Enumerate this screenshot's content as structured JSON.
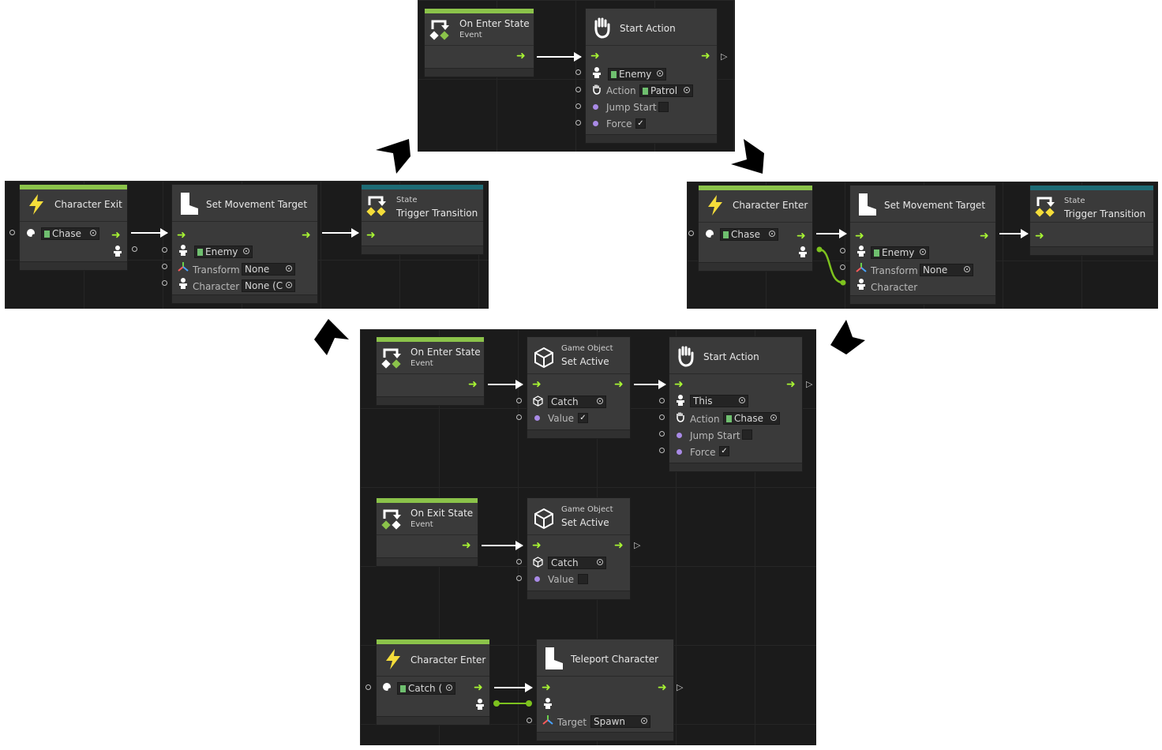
{
  "colors": {
    "event_strip": "#8bc34a",
    "state_strip": "#1d6b75",
    "flow_arrow": "#a7f433",
    "data_link": "#7dc21e",
    "value_port": "#a98ae6"
  },
  "top": {
    "enter_node": {
      "title": "On Enter State",
      "subtitle": "Event"
    },
    "start_action": {
      "title": "Start Action",
      "character": "Enemy",
      "action_label": "Action",
      "action": "Patrol",
      "jump_label": "Jump Start",
      "jump": false,
      "force_label": "Force",
      "force": true
    }
  },
  "left": {
    "char_exit": {
      "title": "Character Exit",
      "collider": "Chase"
    },
    "set_target": {
      "title": "Set Movement Target",
      "character": "Enemy",
      "transform_label": "Transform",
      "transform": "None",
      "character_label": "Character",
      "character_value": "None (C"
    },
    "trigger": {
      "subtitle": "State",
      "title": "Trigger Transition"
    }
  },
  "right": {
    "char_enter": {
      "title": "Character Enter",
      "collider": "Chase"
    },
    "set_target": {
      "title": "Set Movement Target",
      "character": "Enemy",
      "transform_label": "Transform",
      "transform": "None",
      "character_label": "Character"
    },
    "trigger": {
      "subtitle": "State",
      "title": "Trigger Transition"
    }
  },
  "bottom": {
    "enter_node": {
      "title": "On Enter State",
      "subtitle": "Event"
    },
    "set_active_1": {
      "subtitle": "Game Object",
      "title": "Set Active",
      "object": "Catch",
      "value_label": "Value",
      "value": true
    },
    "start_action": {
      "title": "Start Action",
      "character": "This",
      "action_label": "Action",
      "action": "Chase",
      "jump_label": "Jump Start",
      "jump": false,
      "force_label": "Force",
      "force": true
    },
    "exit_node": {
      "title": "On Exit State",
      "subtitle": "Event"
    },
    "set_active_2": {
      "subtitle": "Game Object",
      "title": "Set Active",
      "object": "Catch",
      "value_label": "Value",
      "value": false
    },
    "char_enter": {
      "title": "Character Enter",
      "collider": "Catch ("
    },
    "teleport": {
      "title": "Teleport Character",
      "target_label": "Target",
      "target": "Spawn"
    }
  }
}
